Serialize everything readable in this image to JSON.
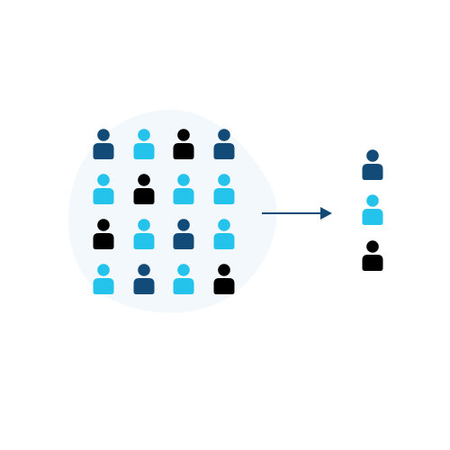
{
  "colors": {
    "background": "#ffffff",
    "blob": "#f3f8fd",
    "navy": "#124a78",
    "sky": "#24c3ec",
    "black": "#000000",
    "arrow": "#124a78"
  },
  "group": {
    "rows": 4,
    "columns": 4,
    "people": [
      [
        "navy",
        "sky",
        "black",
        "navy"
      ],
      [
        "sky",
        "black",
        "sky",
        "sky"
      ],
      [
        "black",
        "sky",
        "navy",
        "sky"
      ],
      [
        "sky",
        "navy",
        "sky",
        "black"
      ]
    ]
  },
  "arrow": {
    "direction": "right",
    "icon": "arrow-right-icon"
  },
  "selection": {
    "people": [
      "navy",
      "sky",
      "black"
    ]
  }
}
